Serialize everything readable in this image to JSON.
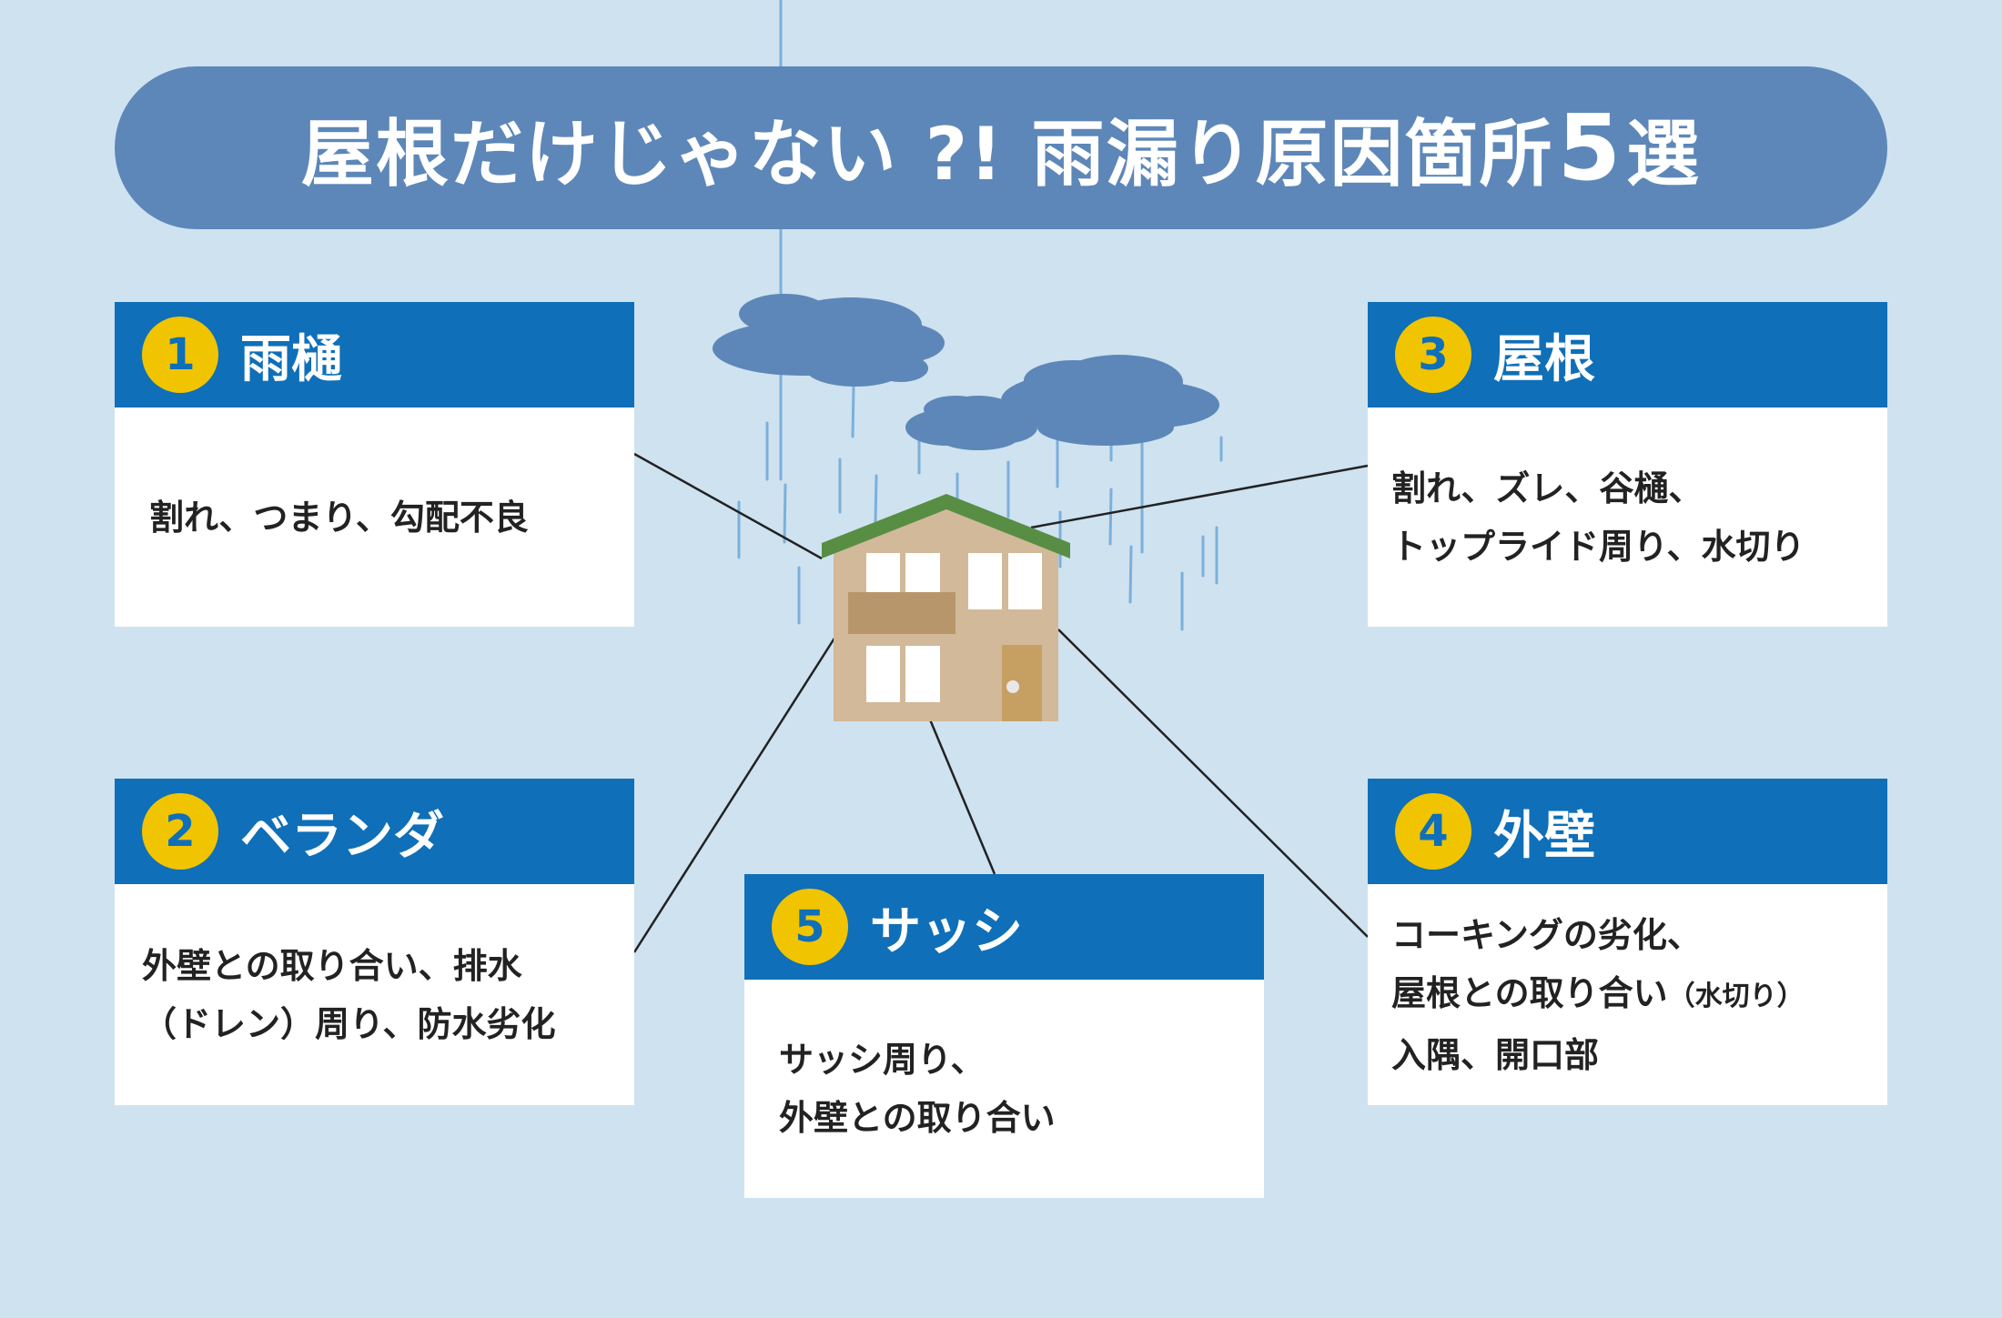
{
  "title": {
    "part1": "屋根だけじゃない ?! 雨漏り原因箇所",
    "number": "5",
    "part2": "選"
  },
  "cards": [
    {
      "num": "1",
      "label": "雨樋",
      "lines": [
        "割れ、つまり、勾配不良"
      ]
    },
    {
      "num": "2",
      "label": "ベランダ",
      "lines": [
        "外壁との取り合い、排水",
        "（ドレン）周り、防水劣化"
      ]
    },
    {
      "num": "3",
      "label": "屋根",
      "lines": [
        "割れ、ズレ、谷樋、",
        "トップライド周り、水切り"
      ]
    },
    {
      "num": "4",
      "label": "外壁",
      "lines": [
        "コーキングの劣化、",
        "屋根との取り合い",
        "（水切り）",
        "入隅、開口部"
      ]
    },
    {
      "num": "5",
      "label": "サッシ",
      "lines": [
        "サッシ周り、",
        "外壁との取り合い"
      ]
    }
  ],
  "colors": {
    "background": "#CFE2F0",
    "title": "#5D87B8",
    "header": "#0F6FB8",
    "badge": "#F0C400",
    "roof": "#578E44",
    "wall": "#D2B99A",
    "balcony": "#B8966C",
    "door": "#C6A063",
    "cloud": "#5D87B8",
    "rain": "#7BB0DA"
  }
}
